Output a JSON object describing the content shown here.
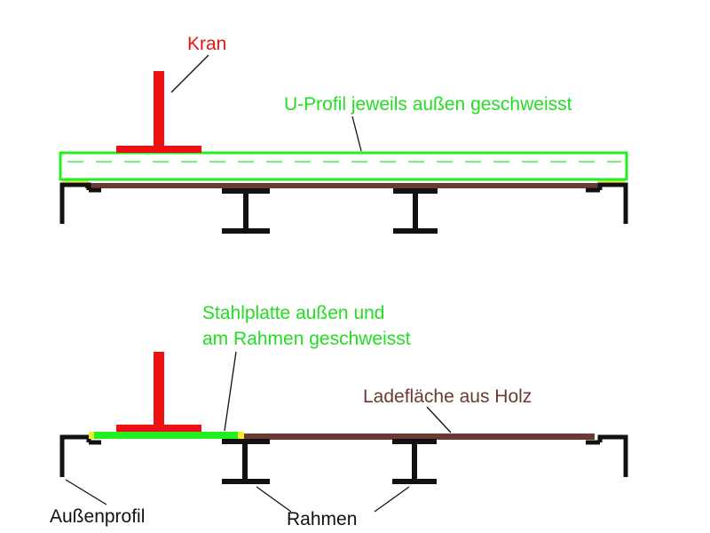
{
  "colors": {
    "crane": "#ee1111",
    "channel_and_plate": "#22ee22",
    "wood_bed": "#6b3a33",
    "frame_and_outer_profile": "#111111",
    "weld": "#eeee22"
  },
  "top_view": {
    "crane_label": "Kran",
    "channel_label": "U-Profil jeweils außen geschweisst"
  },
  "bottom_view": {
    "plate_label_line1": "Stahlplatte außen und",
    "plate_label_line2": "am Rahmen geschweisst",
    "wood_label": "Ladefläche aus Holz",
    "outer_profile_label": "Außenprofil",
    "frame_label": "Rahmen"
  }
}
